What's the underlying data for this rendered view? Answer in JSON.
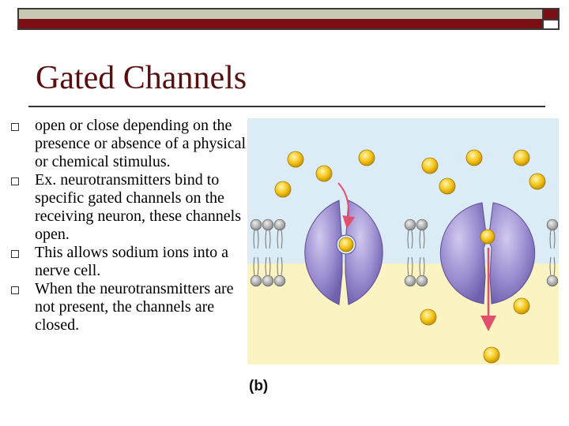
{
  "slide": {
    "title": "Gated Channels",
    "bullets": [
      "open or close depending on the presence or absence of a physical or chemical stimulus.",
      "Ex. neurotransmitters bind to specific  gated channels on the receiving neuron, these channels open.",
      "This allows sodium ions into a nerve cell.",
      "When the neurotransmitters are not present, the channels are closed."
    ]
  },
  "figure": {
    "caption": "(b)",
    "colors": {
      "extracellular": "#dcecf6",
      "intracellular": "#fbf3c2",
      "channel": "#9a8ccf",
      "ion": "#f4c518",
      "arrow": "#e0506c",
      "membrane_head": "#b8b8b8"
    }
  }
}
